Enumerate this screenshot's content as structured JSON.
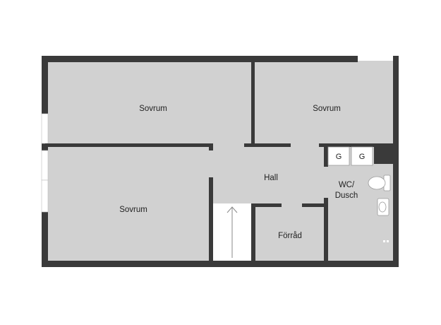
{
  "rooms": {
    "sovrum_1": "Sovrum",
    "sovrum_2": "Sovrum",
    "sovrum_3": "Sovrum",
    "hall": "Hall",
    "wc_line1": "WC/",
    "wc_line2": "Dusch",
    "forrad": "Förråd"
  },
  "fixtures": {
    "g1": "G",
    "g2": "G"
  },
  "colors": {
    "wall": "#3a3a3a",
    "floor": "#d1d1d1",
    "fixture": "#ffffff",
    "stair": "#ffffff"
  }
}
